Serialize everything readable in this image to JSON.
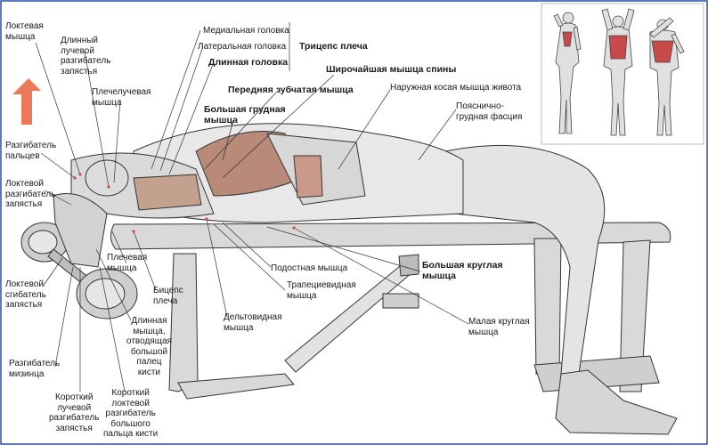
{
  "labels": {
    "elbow": "Локтевая\nмышца",
    "ext_carpi_radialis_longus": "Длинный\nлучевой\nразгибатель\nзапястья",
    "brachioradialis": "Плечелучевая\nмышца",
    "ext_digitorum": "Разгибатель\nпальцев",
    "ext_carpi_ulnaris": "Локтевой\nразгибатель\nзапястья",
    "brachialis": "Плечевая\nмышца",
    "flex_carpi_ulnaris": "Локтевой\nсгибатель\nзапястья",
    "biceps": "Бицепс\nплеча",
    "ext_digiti_minimi": "Разгибатель\nмизинца",
    "abd_pollicis_longus": "Длинная\nмышца,\nотводящая\nбольшой\nпалец\nкисти",
    "deltoid": "Дельтовидная\nмышца",
    "ext_carpi_radialis_brevis": "Короткий\nлучевой\nразгибатель\nзапястья",
    "ext_pollicis_brevis": "Короткий\nлоктевой\nразгибатель\nбольшого\nпальца кисти",
    "triceps_medial": "Медиальная головка",
    "triceps_lateral": "Латеральная головка",
    "triceps_long": "Длинная головка",
    "triceps_group": "Трицепс плеча",
    "latissimus": "Широчайшая мышца спины",
    "serratus": "Передняя зубчатая мышца",
    "ext_oblique": "Наружная косая мышца живота",
    "pec_major": "Большая грудная\nмышца",
    "thoracolumbar": "Пояснично-\nгрудная фасция",
    "infraspinatus": "Подостная мышца",
    "trapezius": "Трапециевидная\nмышца",
    "teres_major": "Большая круглая\nмышца",
    "teres_minor": "Малая круглая\nмышца"
  },
  "colors": {
    "accent_arrow": "#e8603a",
    "highlight_muscle": "#c94a4a",
    "frame": "#2a4fa0"
  }
}
